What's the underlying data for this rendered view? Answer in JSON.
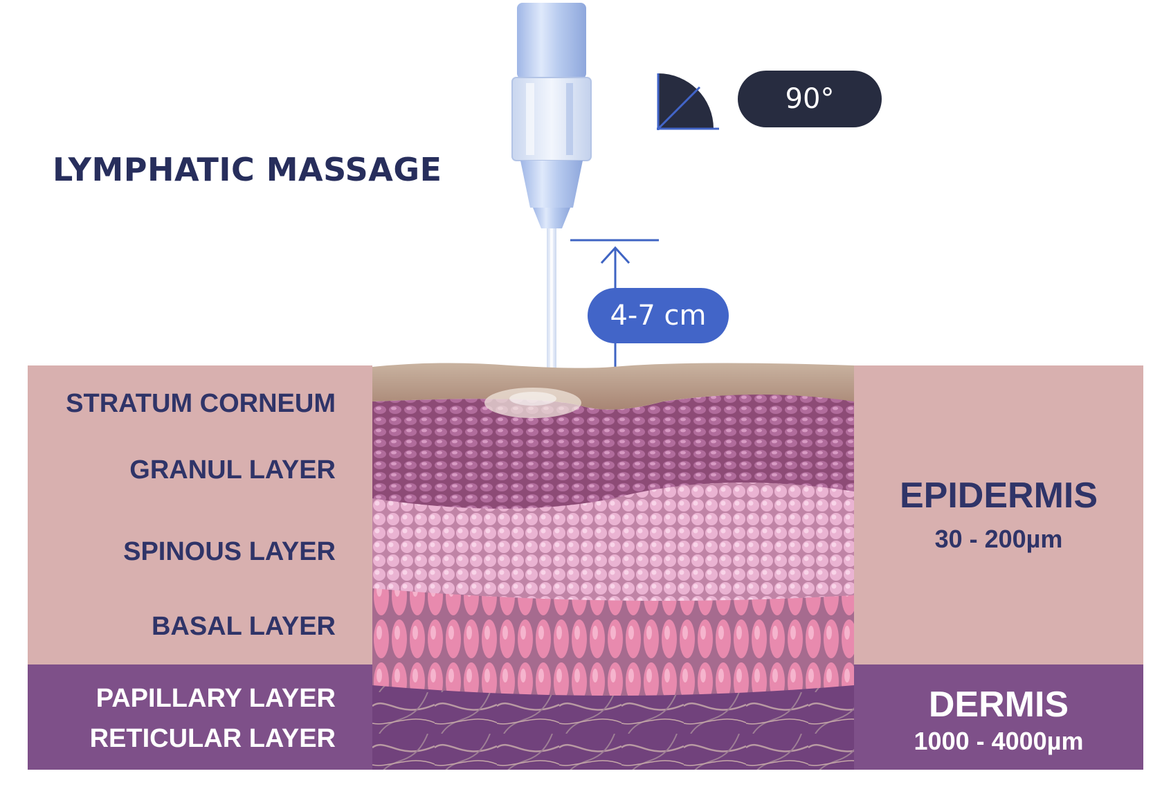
{
  "title": "LYMPHATIC MASSAGE",
  "angle": {
    "value": "90°",
    "icon": "quarter-circle-angle-icon"
  },
  "depth": {
    "value": "4-7 cm",
    "icon": "double-arrow-icon"
  },
  "layers": {
    "stratum_corneum": "STRATUM CORNEUM",
    "granul": "GRANUL LAYER",
    "spinous": "SPINOUS LAYER",
    "basal": "BASAL LAYER",
    "papillary": "PAPILLARY LAYER",
    "reticular": "RETICULAR LAYER"
  },
  "epidermis": {
    "name": "EPIDERMIS",
    "thickness": "30 - 200µm"
  },
  "dermis": {
    "name": "DERMIS",
    "thickness": "1000 - 4000µm"
  },
  "colors": {
    "title": "#272e5c",
    "epidermis_panel": "#d8b0af",
    "dermis_panel": "#7e5089",
    "depth_pill": "#4265c8",
    "angle_pill": "#272c40"
  }
}
